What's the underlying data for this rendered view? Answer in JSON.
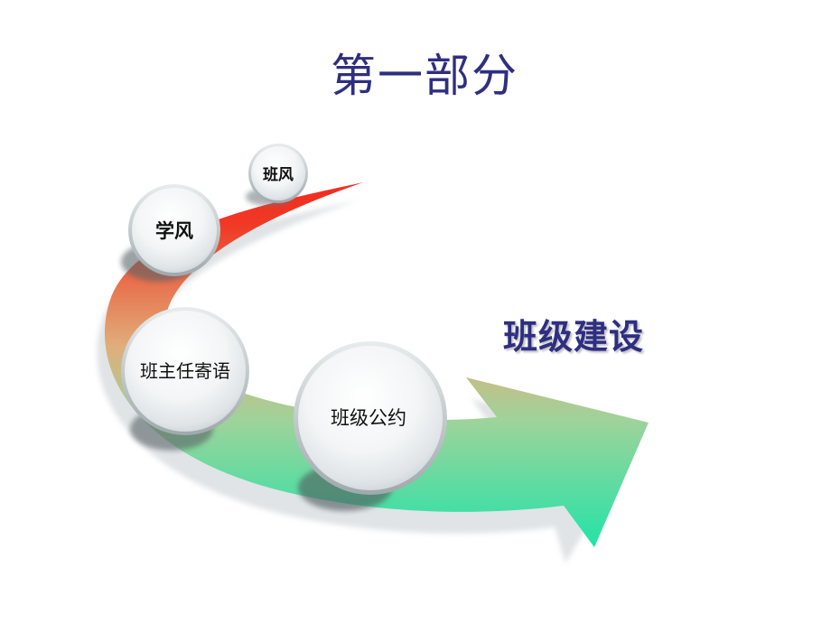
{
  "title": "第一部分",
  "subtitle": "班级建设",
  "diagram": {
    "nodes": [
      {
        "id": "banfeng",
        "label": "班风"
      },
      {
        "id": "xuefeng",
        "label": "学风"
      },
      {
        "id": "banzhuren",
        "label": "班主任寄语"
      },
      {
        "id": "gongyue",
        "label": "班级公约"
      }
    ],
    "colors": {
      "arrow_start": "#f42a1e",
      "arrow_mid": "#e0ae7a",
      "arrow_end": "#22e3a8",
      "title": "#2e2e82"
    }
  }
}
